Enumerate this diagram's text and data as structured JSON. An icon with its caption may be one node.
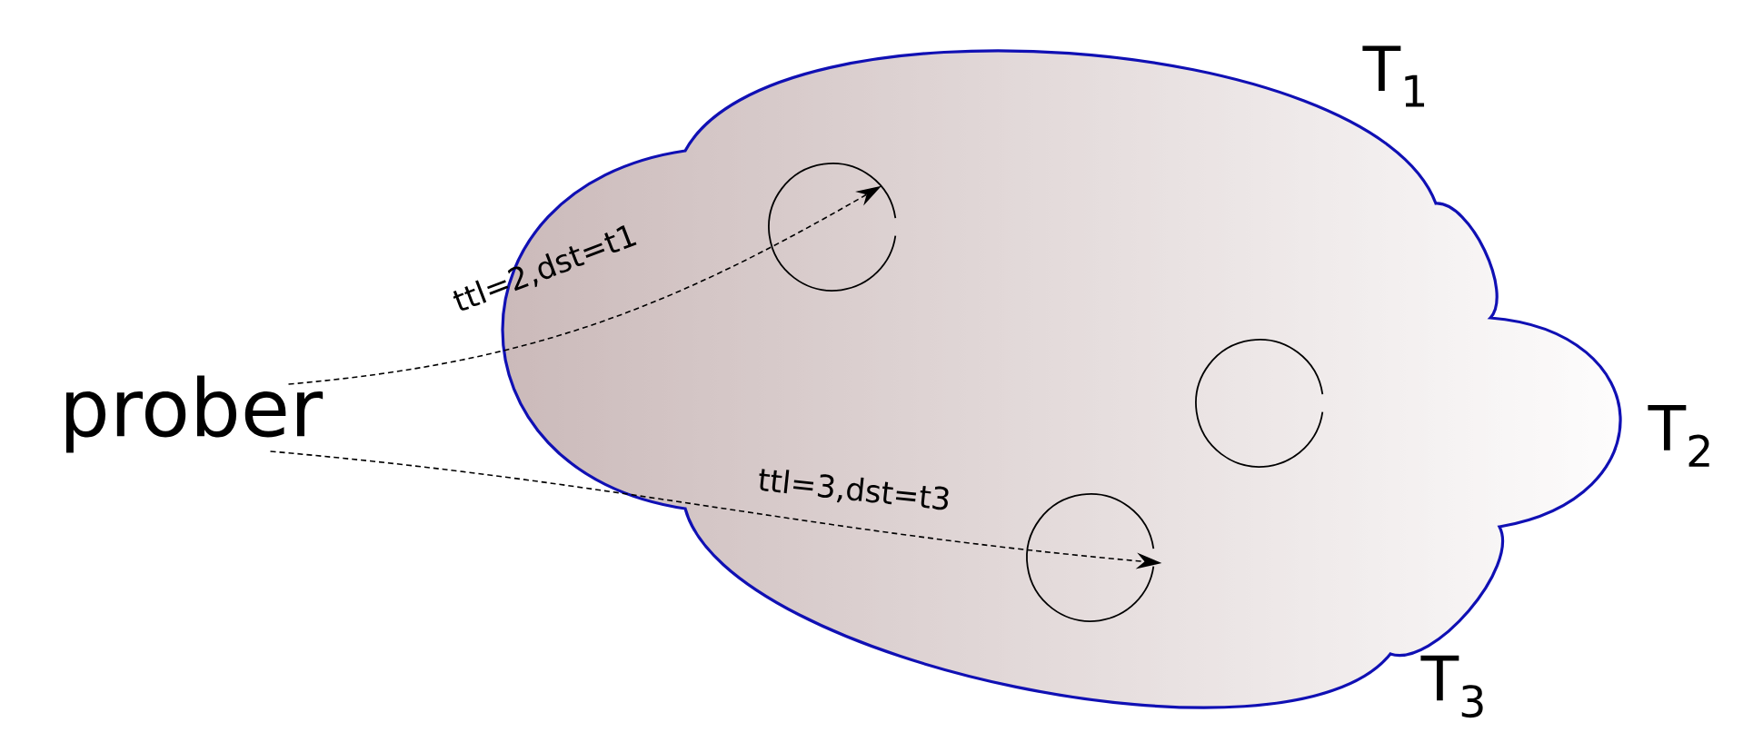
{
  "diagram": {
    "nodes": [
      {
        "text": [],
        "shape": "cloud"
      },
      {
        "text": [
          "prober"
        ]
      },
      {
        "text": [],
        "shape": "circle",
        "in": 0
      },
      {
        "text": [],
        "shape": "circle",
        "in": 0
      },
      {
        "text": [],
        "shape": "circle",
        "in": 0
      }
    ],
    "edges": [
      {
        "from": 1,
        "to": 2,
        "arrow": "to",
        "style": "dashed",
        "label": "ttl=2,dst=t1"
      },
      {
        "from": 1,
        "to": 4,
        "arrow": "to",
        "style": "dashed",
        "label": "ttl=3,dst=t3"
      }
    ],
    "labels": [
      "T$_{1}$",
      "T$_{2}$",
      "T$_{3}$"
    ]
  }
}
